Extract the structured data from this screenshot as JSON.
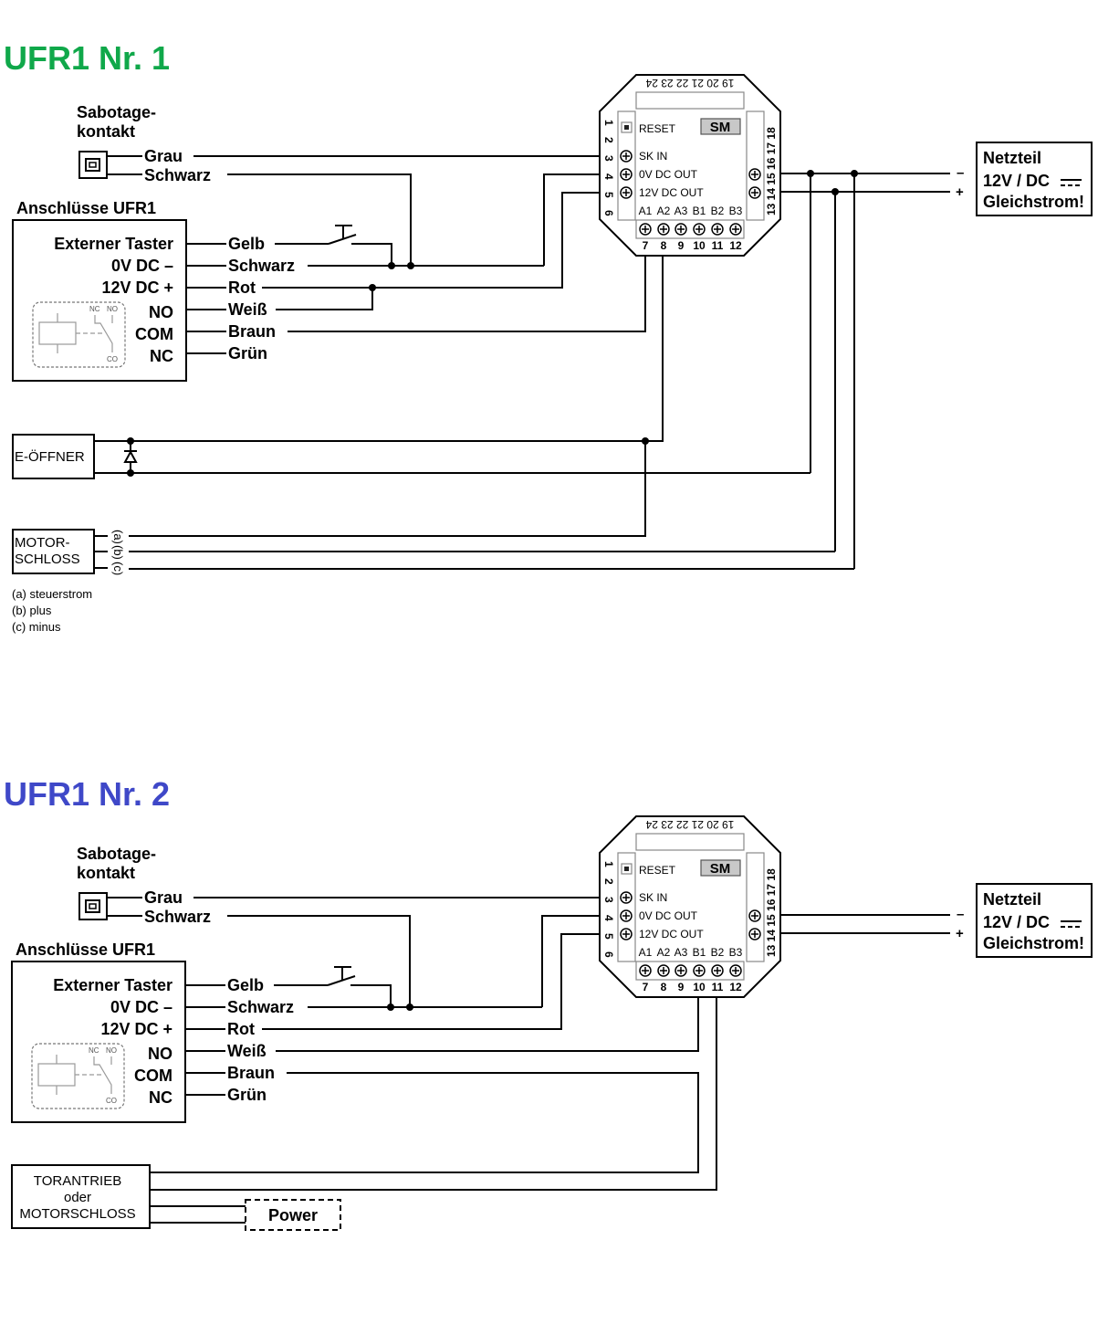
{
  "sections": [
    {
      "title": "UFR1 Nr. 1",
      "title_color": "#10a84a",
      "sabotage": {
        "label_line1": "Sabotage-",
        "label_line2": "kontakt",
        "wire1": "Grau",
        "wire2": "Schwarz"
      },
      "anschluesse": {
        "title": "Anschlüsse UFR1",
        "terminals": [
          "Externer Taster",
          "0V DC –",
          "12V DC +",
          "NO",
          "COM",
          "NC"
        ],
        "wires": [
          "Gelb",
          "Schwarz",
          "Rot",
          "Weiß",
          "Braun",
          "Grün"
        ],
        "relay_labels": {
          "nc": "NC",
          "no": "NO",
          "co": "CO"
        }
      },
      "netzteil": {
        "line1": "Netzteil",
        "line2": "12V / DC",
        "line3": "Gleichstrom!",
        "minus": "–",
        "plus": "+"
      },
      "module": {
        "top_numbers": "19 20 21 22 23 24",
        "left_numbers": [
          "1",
          "2",
          "3",
          "4",
          "5",
          "6"
        ],
        "right_numbers": "13 14 15 16 17 18",
        "bottom_numbers": [
          "7",
          "8",
          "9",
          "10",
          "11",
          "12"
        ],
        "reset": "RESET",
        "sm": "SM",
        "sk_in": "SK IN",
        "ov_out": "0V DC OUT",
        "v12_out": "12V DC OUT",
        "relay_terms": [
          "A1",
          "A2",
          "A3",
          "B1",
          "B2",
          "B3"
        ]
      },
      "e_oeffner": "E-ÖFFNER",
      "motorschloss": {
        "line1": "MOTOR-",
        "line2": "SCHLOSS",
        "pins": [
          "(a)",
          "(b)",
          "(c)"
        ]
      },
      "legend": [
        "(a) steuerstrom",
        "(b) plus",
        "(c) minus"
      ]
    },
    {
      "title": "UFR1 Nr. 2",
      "title_color": "#3f48c8",
      "sabotage": {
        "label_line1": "Sabotage-",
        "label_line2": "kontakt",
        "wire1": "Grau",
        "wire2": "Schwarz"
      },
      "anschluesse": {
        "title": "Anschlüsse UFR1",
        "terminals": [
          "Externer Taster",
          "0V DC –",
          "12V DC +",
          "NO",
          "COM",
          "NC"
        ],
        "wires": [
          "Gelb",
          "Schwarz",
          "Rot",
          "Weiß",
          "Braun",
          "Grün"
        ],
        "relay_labels": {
          "nc": "NC",
          "no": "NO",
          "co": "CO"
        }
      },
      "netzteil": {
        "line1": "Netzteil",
        "line2": "12V / DC",
        "line3": "Gleichstrom!",
        "minus": "–",
        "plus": "+"
      },
      "module": {
        "top_numbers": "19 20 21 22 23 24",
        "left_numbers": [
          "1",
          "2",
          "3",
          "4",
          "5",
          "6"
        ],
        "right_numbers": "13 14 15 16 17 18",
        "bottom_numbers": [
          "7",
          "8",
          "9",
          "10",
          "11",
          "12"
        ],
        "reset": "RESET",
        "sm": "SM",
        "sk_in": "SK IN",
        "ov_out": "0V DC OUT",
        "v12_out": "12V DC OUT",
        "relay_terms": [
          "A1",
          "A2",
          "A3",
          "B1",
          "B2",
          "B3"
        ]
      },
      "torantrieb": {
        "line1": "TORANTRIEB",
        "line2": "oder",
        "line3": "MOTORSCHLOSS"
      },
      "power": "Power"
    }
  ]
}
